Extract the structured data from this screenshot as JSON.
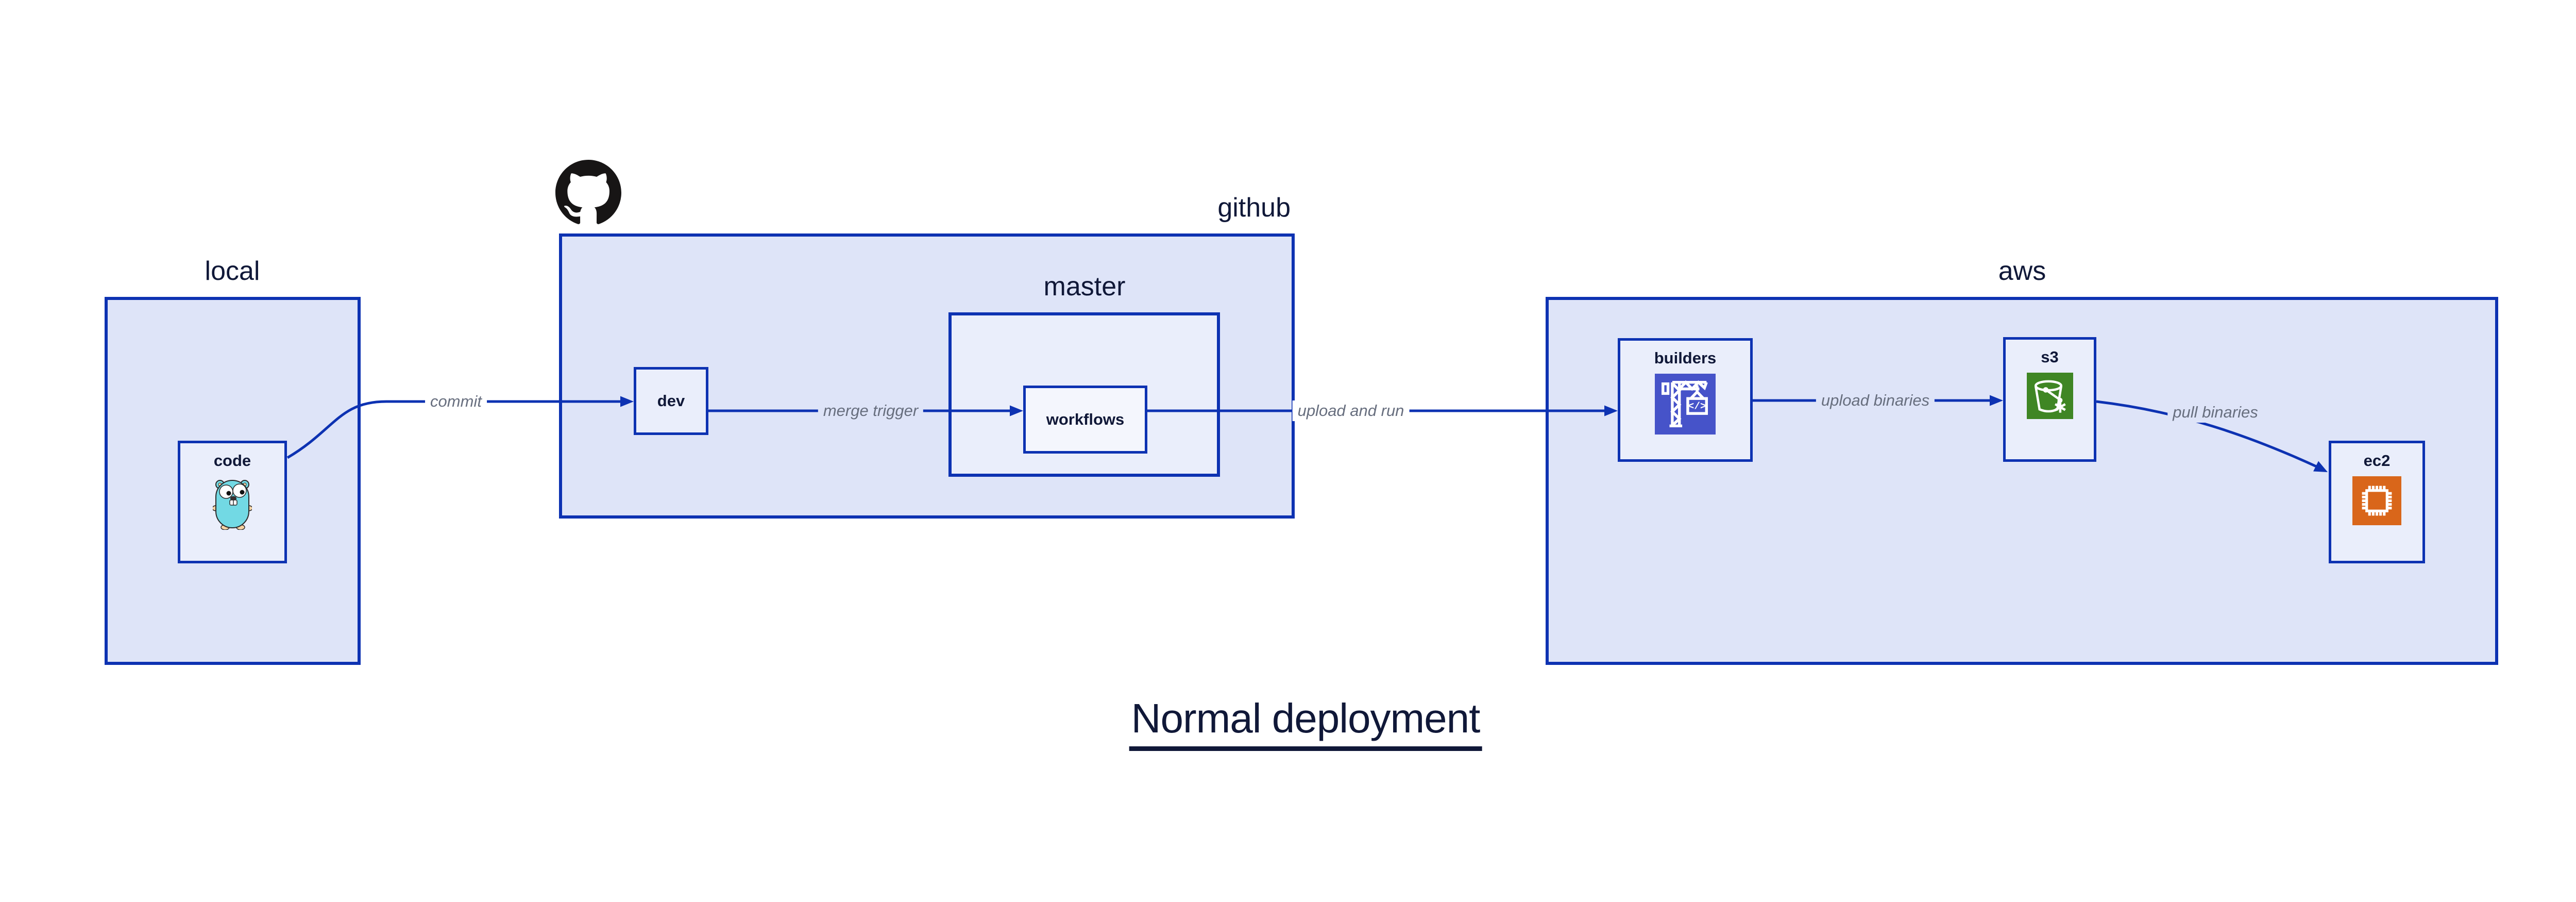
{
  "title": {
    "text": "Normal deployment"
  },
  "colors": {
    "line": "#0D32B2",
    "fill1": "#DEE4F8",
    "fill2": "#EAEEFB",
    "fill3": "#F4F6FD",
    "ink": "#101838",
    "muted": "#676E7E",
    "codebuild": "#4653C9",
    "s3green": "#3F8624",
    "ec2orange": "#D9661A",
    "gopher": "#72D9E4",
    "gopherskin": "#F6D2A2",
    "octocat": "#171515"
  },
  "containers": {
    "local": {
      "label": "local"
    },
    "github": {
      "label": "github"
    },
    "master": {
      "label": "master"
    },
    "aws": {
      "label": "aws"
    }
  },
  "nodes": {
    "code": {
      "label": "code",
      "icon": "go-gopher-icon"
    },
    "dev": {
      "label": "dev"
    },
    "workflows": {
      "label": "workflows"
    },
    "builders": {
      "label": "builders",
      "icon": "aws-codebuild-icon"
    },
    "s3": {
      "label": "s3",
      "icon": "aws-s3-glacier-icon"
    },
    "ec2": {
      "label": "ec2",
      "icon": "aws-ec2-icon"
    }
  },
  "edges": [
    {
      "from": "code",
      "to": "dev",
      "label": "commit"
    },
    {
      "from": "dev",
      "to": "workflows",
      "label": "merge trigger"
    },
    {
      "from": "workflows",
      "to": "builders",
      "label": "upload and run"
    },
    {
      "from": "builders",
      "to": "s3",
      "label": "upload binaries"
    },
    {
      "from": "s3",
      "to": "ec2",
      "label": "pull binaries"
    }
  ]
}
